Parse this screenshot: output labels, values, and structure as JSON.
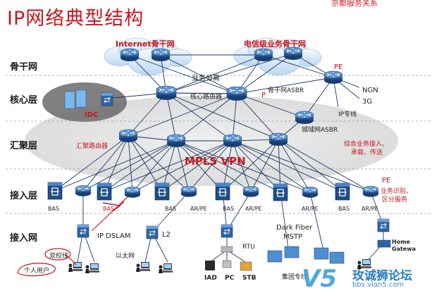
{
  "title": "IP网络典型结构",
  "corner_text": "京都服务关系",
  "layers": {
    "backbone": "骨干网",
    "core": "核心层",
    "aggregation": "汇聚层",
    "access": "接入层",
    "access_net": "接入网"
  },
  "clouds": {
    "internet": "Internet骨干网",
    "telecom": "电信级业务骨干网"
  },
  "labels": {
    "service_separation": "业务分离",
    "pe_top": "PE",
    "backbone_asbr": "骨干网ASBR",
    "ngn": "NGN",
    "g3": "3G",
    "ip_private": "IP专线",
    "core_router": "核心路由器",
    "p": "P",
    "idc": "IDC",
    "metro_asbr": "城域网ASBR",
    "agg_router": "汇聚路由器",
    "mpls_vpn": "MPLS VPN",
    "integrated_access": "综合业务接入、",
    "carry_transport": "承载、传送",
    "pe_access": "PE",
    "service_identify": "业务识别、",
    "service_divide": "区分服务",
    "ip_dslam": "IP DSLAM",
    "l2": "L2",
    "rtu": "RTU",
    "dark_fiber": "Dark Fiber",
    "mstp": "MSTP",
    "home_gateway_1": "Home",
    "home_gateway_2": "Gatewa",
    "twisted_pair": "双绞线",
    "ethernet": "以太网",
    "personal_user": "个人用户",
    "iad": "IAD",
    "pc": "PC",
    "stb": "STB",
    "enterprise": "集团专线"
  },
  "device_labels": [
    "BAS",
    "BAS",
    "BAS",
    "AR/PE",
    "BAS",
    "AR/PE",
    "AR/PE",
    "BAS",
    "AR/PE"
  ],
  "watermark": {
    "logo": "V5",
    "text": "玫诚狮论坛",
    "url": "bbs.vlan5.com"
  },
  "colors": {
    "title": "#c8161d",
    "router": "#1f4f8c",
    "link": "#1a3566",
    "ellipse": "#d9d9d9"
  }
}
